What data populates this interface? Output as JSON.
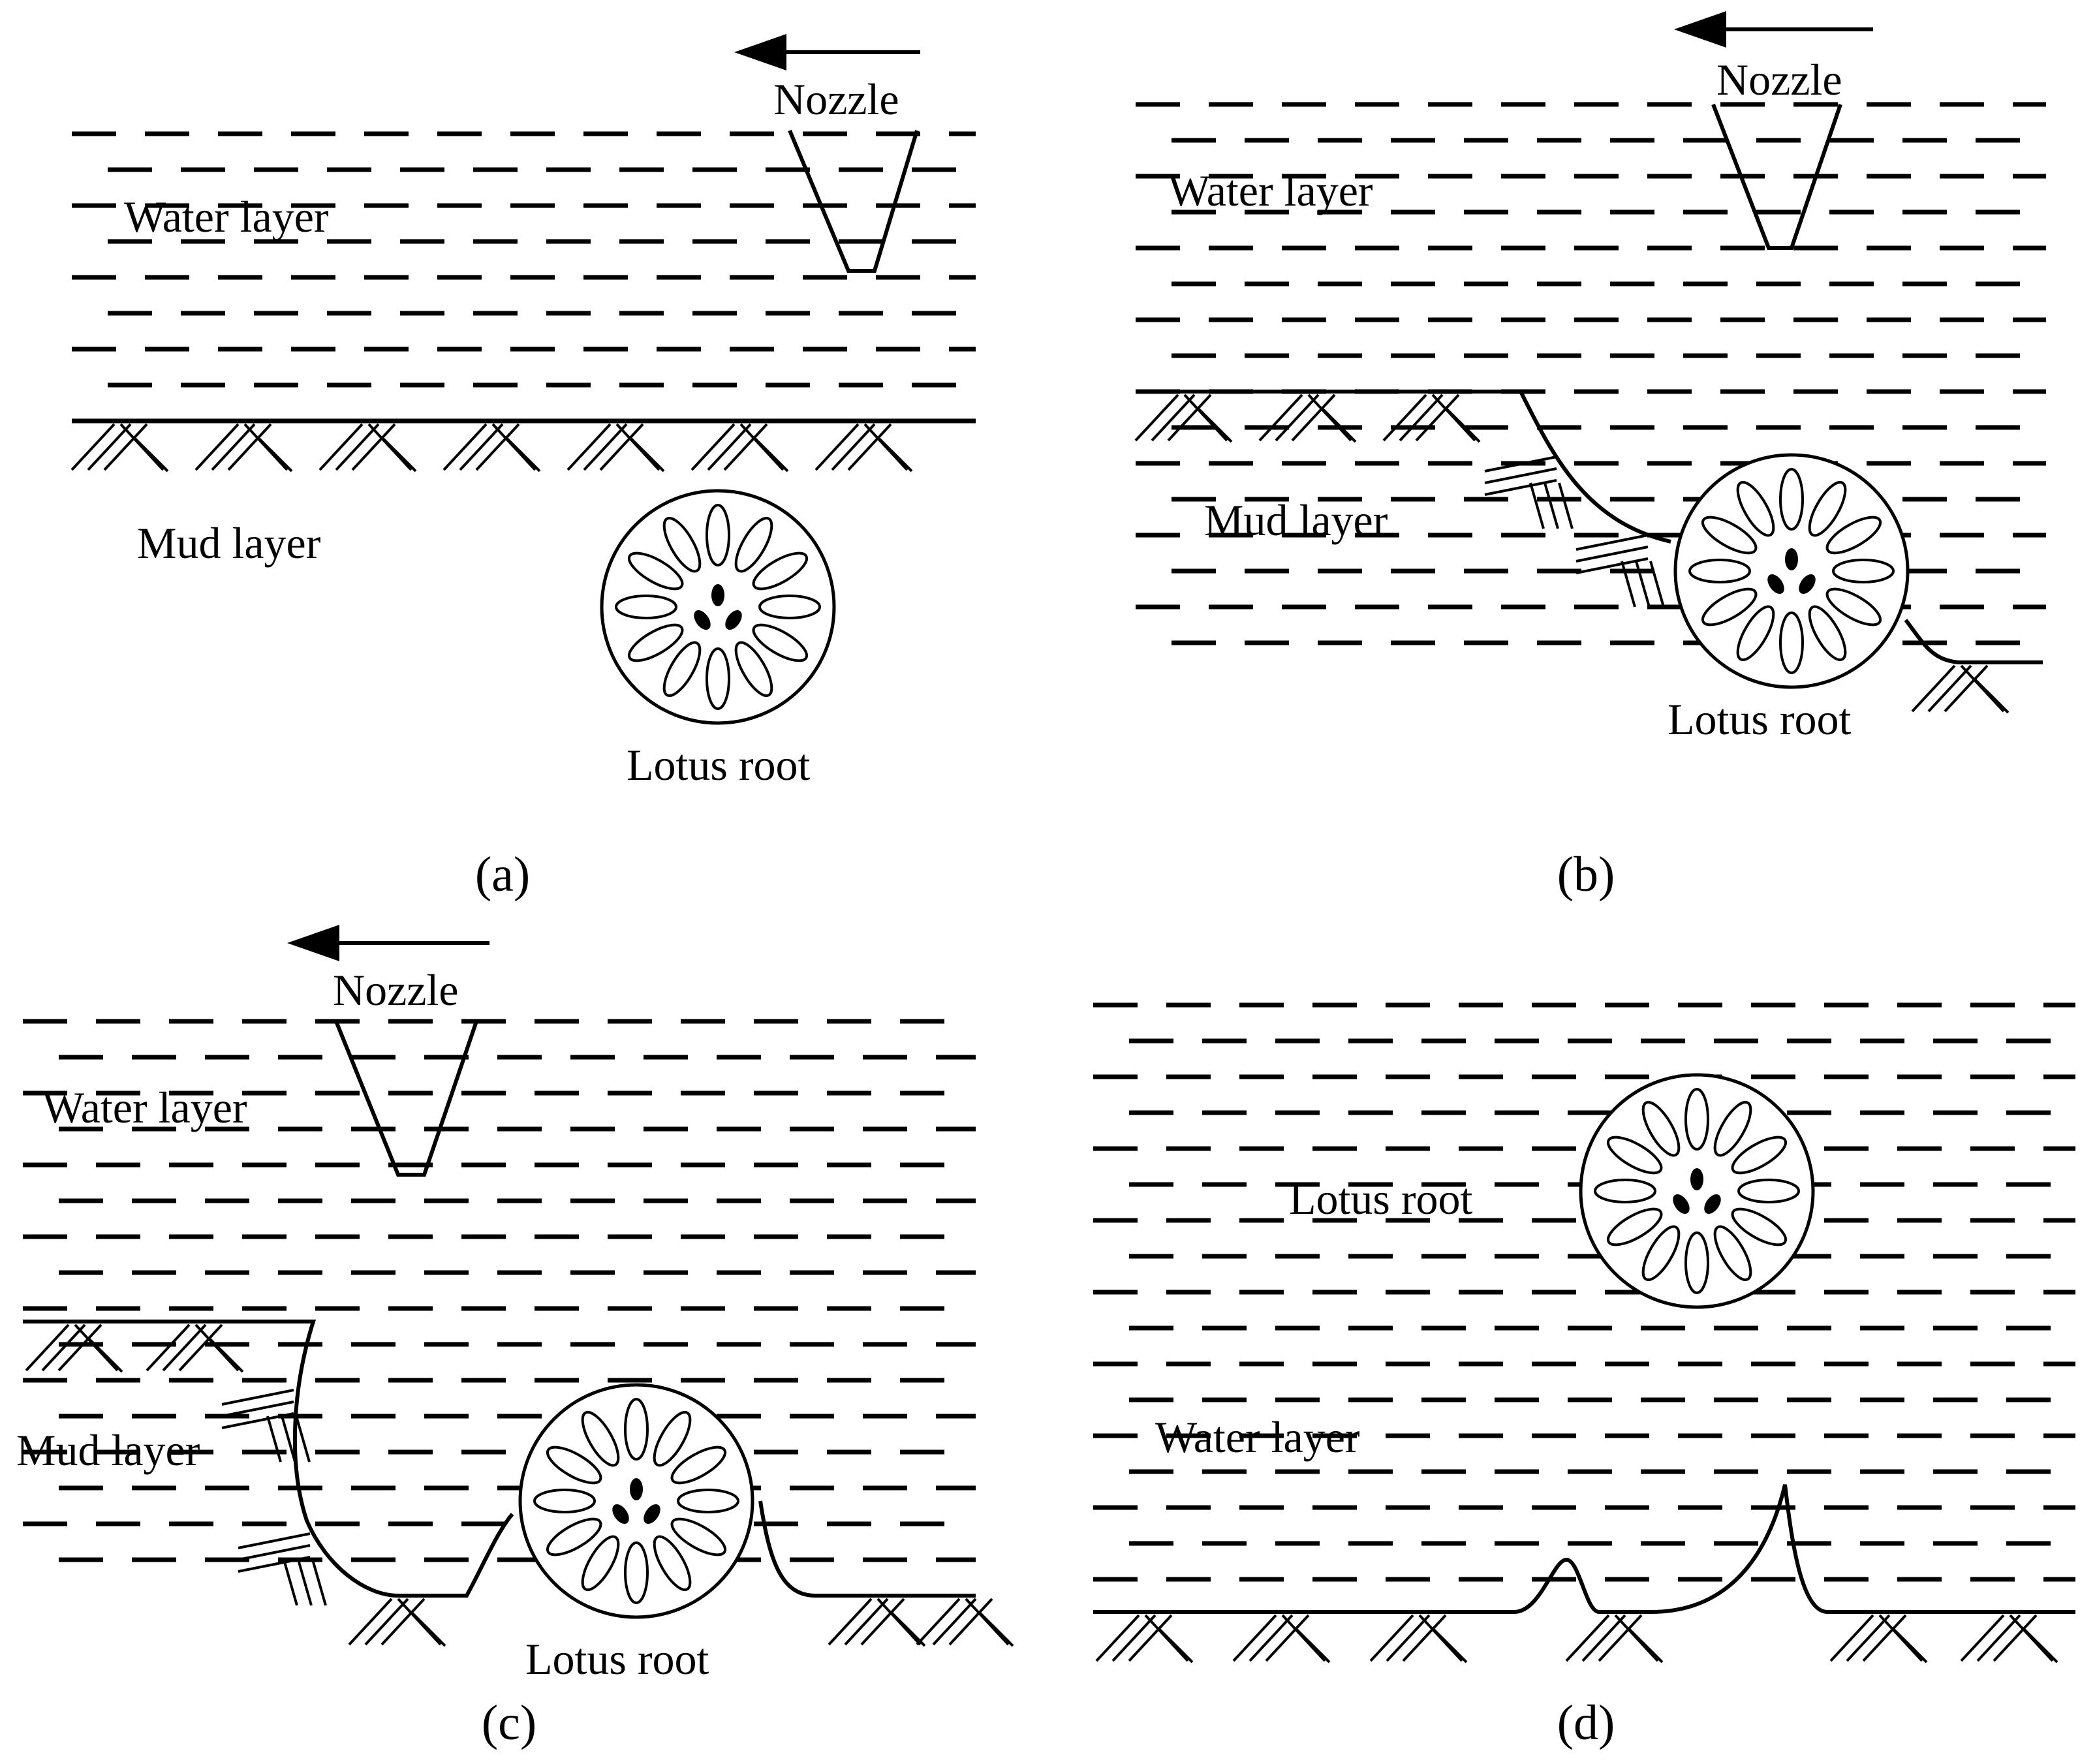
{
  "labels": {
    "nozzle": "Nozzle",
    "water_layer": "Water layer",
    "mud_layer": "Mud layer",
    "lotus_root": "Lotus root"
  },
  "panels": [
    {
      "id": "a",
      "caption": "(a)"
    },
    {
      "id": "b",
      "caption": "(b)"
    },
    {
      "id": "c",
      "caption": "(c)"
    },
    {
      "id": "d",
      "caption": "(d)"
    }
  ],
  "colors": {
    "ink": "#000000",
    "background": "#ffffff"
  }
}
